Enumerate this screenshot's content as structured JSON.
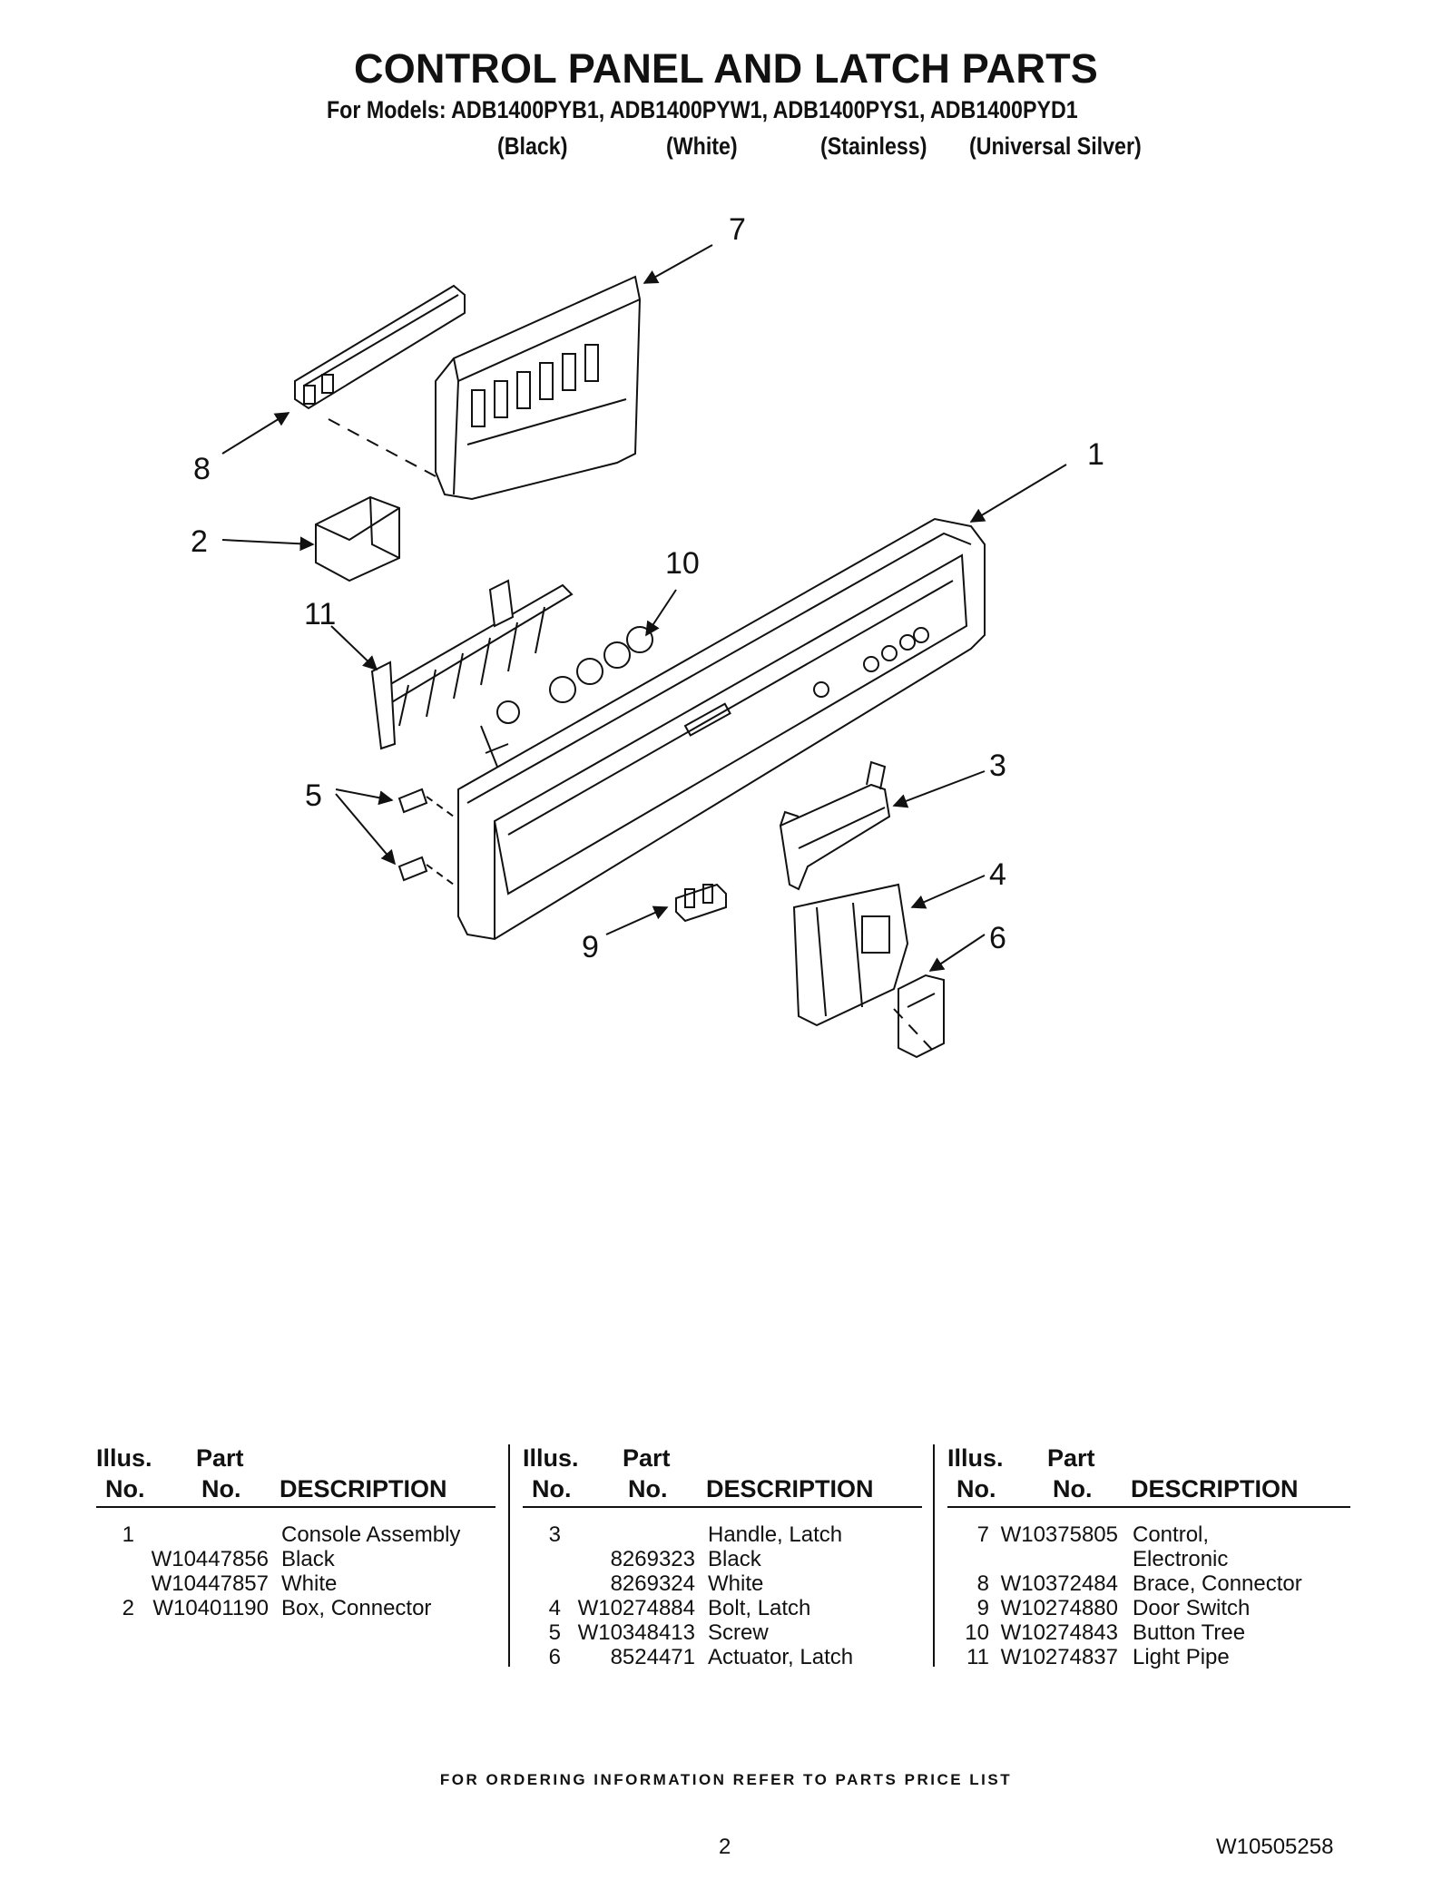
{
  "header": {
    "title": "CONTROL PANEL AND LATCH PARTS",
    "models": "For Models: ADB1400PYB1, ADB1400PYW1, ADB1400PYS1, ADB1400PYD1",
    "variants": [
      "(Black)",
      "(White)",
      "(Stainless)",
      "(Universal Silver)"
    ]
  },
  "callouts": [
    "7",
    "8",
    "1",
    "2",
    "10",
    "11",
    "3",
    "5",
    "4",
    "6",
    "9"
  ],
  "table": {
    "h_illus": "Illus.",
    "h_no": "No.",
    "h_part": "Part",
    "h_desc": "DESCRIPTION",
    "col1": [
      {
        "illus": "1",
        "part": "",
        "desc": "Console Assembly"
      },
      {
        "illus": "",
        "part": "W10447856",
        "desc": "Black"
      },
      {
        "illus": "",
        "part": "W10447857",
        "desc": "White"
      },
      {
        "illus": "2",
        "part": "W10401190",
        "desc": "Box, Connector"
      }
    ],
    "col2": [
      {
        "illus": "3",
        "part": "",
        "desc": "Handle, Latch"
      },
      {
        "illus": "",
        "part": "8269323",
        "desc": "Black"
      },
      {
        "illus": "",
        "part": "8269324",
        "desc": "White"
      },
      {
        "illus": "4",
        "part": "W10274884",
        "desc": "Bolt, Latch"
      },
      {
        "illus": "5",
        "part": "W10348413",
        "desc": "Screw"
      },
      {
        "illus": "6",
        "part": "8524471",
        "desc": "Actuator, Latch"
      }
    ],
    "col3": [
      {
        "illus": "7",
        "part": "W10375805",
        "desc": "Control,"
      },
      {
        "illus": "",
        "part": "",
        "desc": "Electronic"
      },
      {
        "illus": "8",
        "part": "W10372484",
        "desc": "Brace, Connector"
      },
      {
        "illus": "9",
        "part": "W10274880",
        "desc": "Door Switch"
      },
      {
        "illus": "10",
        "part": "W10274843",
        "desc": "Button Tree"
      },
      {
        "illus": "11",
        "part": "W10274837",
        "desc": "Light Pipe"
      }
    ]
  },
  "footer": {
    "ordering": "FOR ORDERING INFORMATION REFER TO PARTS PRICE LIST",
    "page": "2",
    "doc_number": "W10505258"
  }
}
